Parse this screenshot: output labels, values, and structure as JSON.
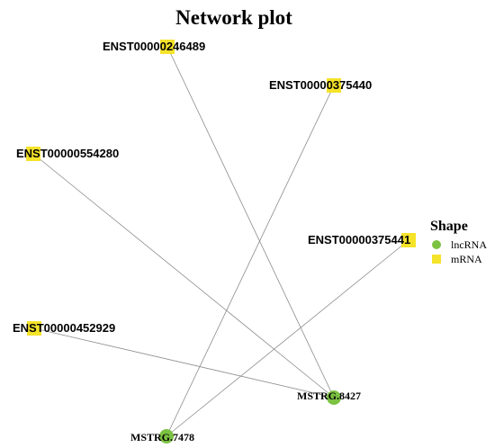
{
  "title": "Network plot",
  "colors": {
    "lncRNA": "#7cc242",
    "mRNA": "#f5e32a",
    "edge": "#8c8c8c"
  },
  "nodes": [
    {
      "id": "ENST00000246489",
      "label": "ENST00000246489",
      "type": "mRNA"
    },
    {
      "id": "ENST00000375440",
      "label": "ENST00000375440",
      "type": "mRNA"
    },
    {
      "id": "ENST00000554280",
      "label": "ENST00000554280",
      "type": "mRNA"
    },
    {
      "id": "ENST00000375441",
      "label": "ENST00000375441",
      "type": "mRNA"
    },
    {
      "id": "ENST00000452929",
      "label": "ENST00000452929",
      "type": "mRNA"
    },
    {
      "id": "MSTRG.8427",
      "label": "MSTRG.8427",
      "type": "lncRNA"
    },
    {
      "id": "MSTRG.7478",
      "label": "MSTRG.7478",
      "type": "lncRNA"
    }
  ],
  "edges": [
    {
      "source": "ENST00000246489",
      "target": "MSTRG.8427"
    },
    {
      "source": "ENST00000554280",
      "target": "MSTRG.8427"
    },
    {
      "source": "ENST00000452929",
      "target": "MSTRG.8427"
    },
    {
      "source": "ENST00000375440",
      "target": "MSTRG.7478"
    },
    {
      "source": "ENST00000375441",
      "target": "MSTRG.7478"
    }
  ],
  "legend": {
    "title": "Shape",
    "items": [
      {
        "label": "lncRNA",
        "shape": "circle",
        "type": "lncRNA"
      },
      {
        "label": "mRNA",
        "shape": "square",
        "type": "mRNA"
      }
    ]
  }
}
